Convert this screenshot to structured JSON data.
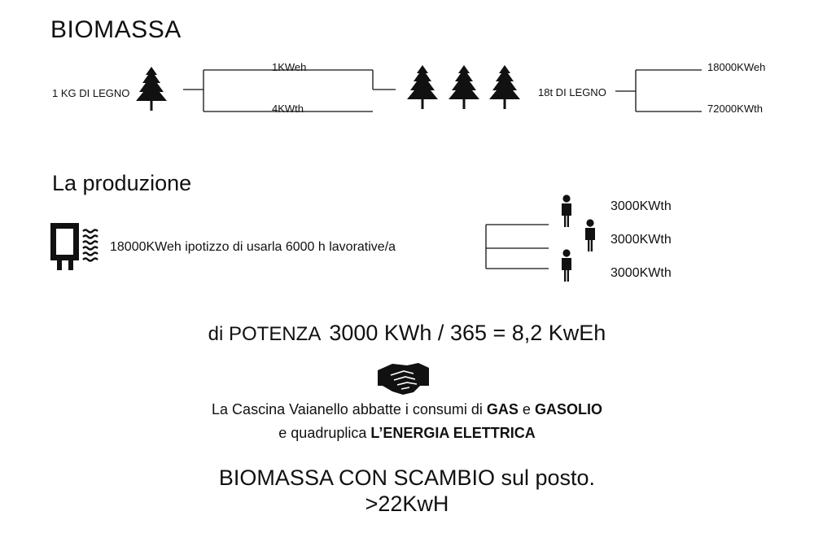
{
  "title": "BIOMASSA",
  "wood": {
    "input_label": "1 KG DI LEGNO",
    "out_elec": "1KWeh",
    "out_heat": "4KWth",
    "scaled_label": "18t  DI LEGNO",
    "scaled_out_elec": "18000KWeh",
    "scaled_out_heat": "72000KWth"
  },
  "production": {
    "title": "La produzione",
    "description": "18000KWeh  ipotizzo di usarla 6000 h lavorative/a",
    "outputs": [
      "3000KWth",
      "3000KWth",
      "3000KWth"
    ]
  },
  "potenza": {
    "label": "di POTENZA",
    "formula": "3000 KWh / 365 = 8,2 KwEh"
  },
  "summary": {
    "line1_pre": "La Cascina Vaianello abbatte i consumi di ",
    "line1_bold1": "GAS",
    "line1_mid": " e ",
    "line1_bold2": "GASOLIO",
    "line2_pre": "e quadruplica ",
    "line2_bold": "L’ENERGIA ELETTRICA"
  },
  "final": {
    "line1": "BIOMASSA CON SCAMBIO sul posto.",
    "line2": ">22KwH"
  },
  "icons": {
    "tree": "pine-tree-icon",
    "boiler": "boiler-icon",
    "person": "person-icon",
    "handshake": "handshake-icon"
  }
}
